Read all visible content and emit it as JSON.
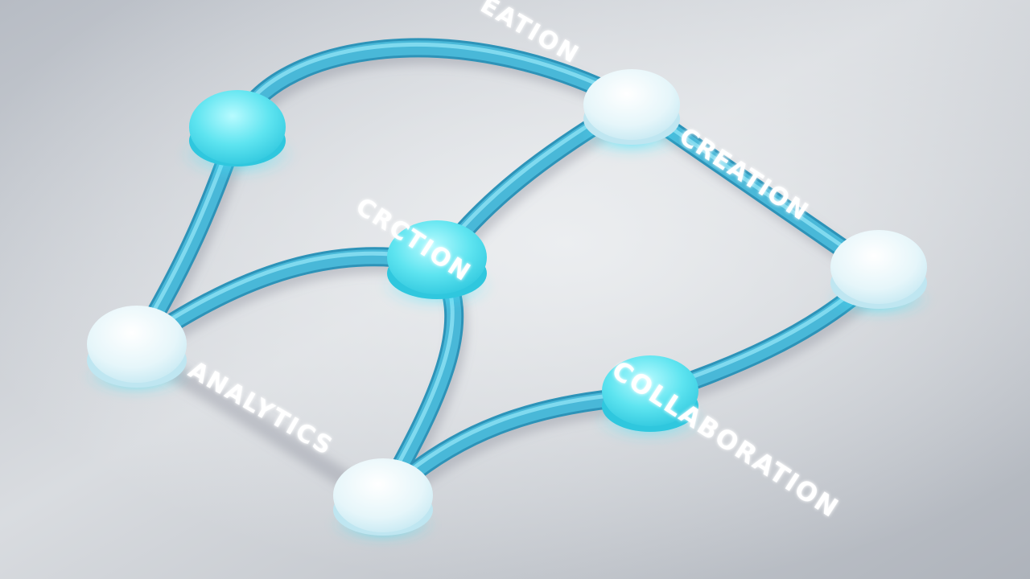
{
  "scene": {
    "labels": {
      "top_edge": "EATION",
      "right_edge": "CREATION",
      "center_node": "CRCTION",
      "left_edge": "ANALYTICS",
      "bottom_right_edge": "COLLABORATION"
    },
    "colors": {
      "background_light": "#e9ebee",
      "background_dark": "#b9bec6",
      "tube": "#49b8d8",
      "tube_dark": "#2d93b8",
      "tube_highlight": "#8fe2f5",
      "node_cyan": "#5fe3ef",
      "node_white": "#eaf7fb",
      "glow": "#38e6ff",
      "label": "#ffffff"
    }
  }
}
